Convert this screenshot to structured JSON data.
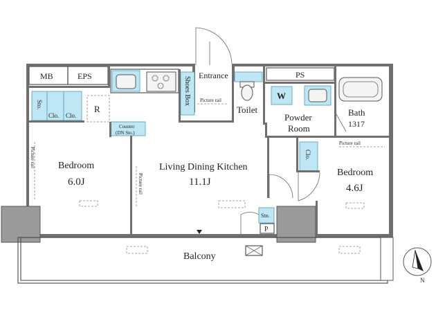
{
  "rooms": {
    "mb": "MB",
    "eps": "EPS",
    "entrance": "Entrance",
    "shoes_box": "Shoes Box",
    "picture_rail_entrance": "Picture rail",
    "toilet": "Toilet",
    "ps": "PS",
    "washer": "W",
    "powder_room_line1": "Powder",
    "powder_room_line2": "Room",
    "bath": "Bath",
    "bath_size": "1317",
    "sto_left": "Sto.",
    "clo_left_1": "Clo.",
    "clo_left_2": "Clo.",
    "fridge": "R",
    "counter_line1": "Counter",
    "counter_line2": "(DN Sto.)",
    "bedroom_left": "Bedroom",
    "bedroom_left_size": "6.0J",
    "picture_rail_left": "Picture rail",
    "picture_rail_center": "Picture rail",
    "ldk": "Living Dining Kitchen",
    "ldk_size": "11.1J",
    "sto_small": "Sto.",
    "p_box": "P",
    "picture_rail_right": "Picture rail",
    "clo_right": "Clo.",
    "bedroom_right": "Bedroom",
    "bedroom_right_size": "4.6J",
    "balcony": "Balcony",
    "north": "N"
  }
}
